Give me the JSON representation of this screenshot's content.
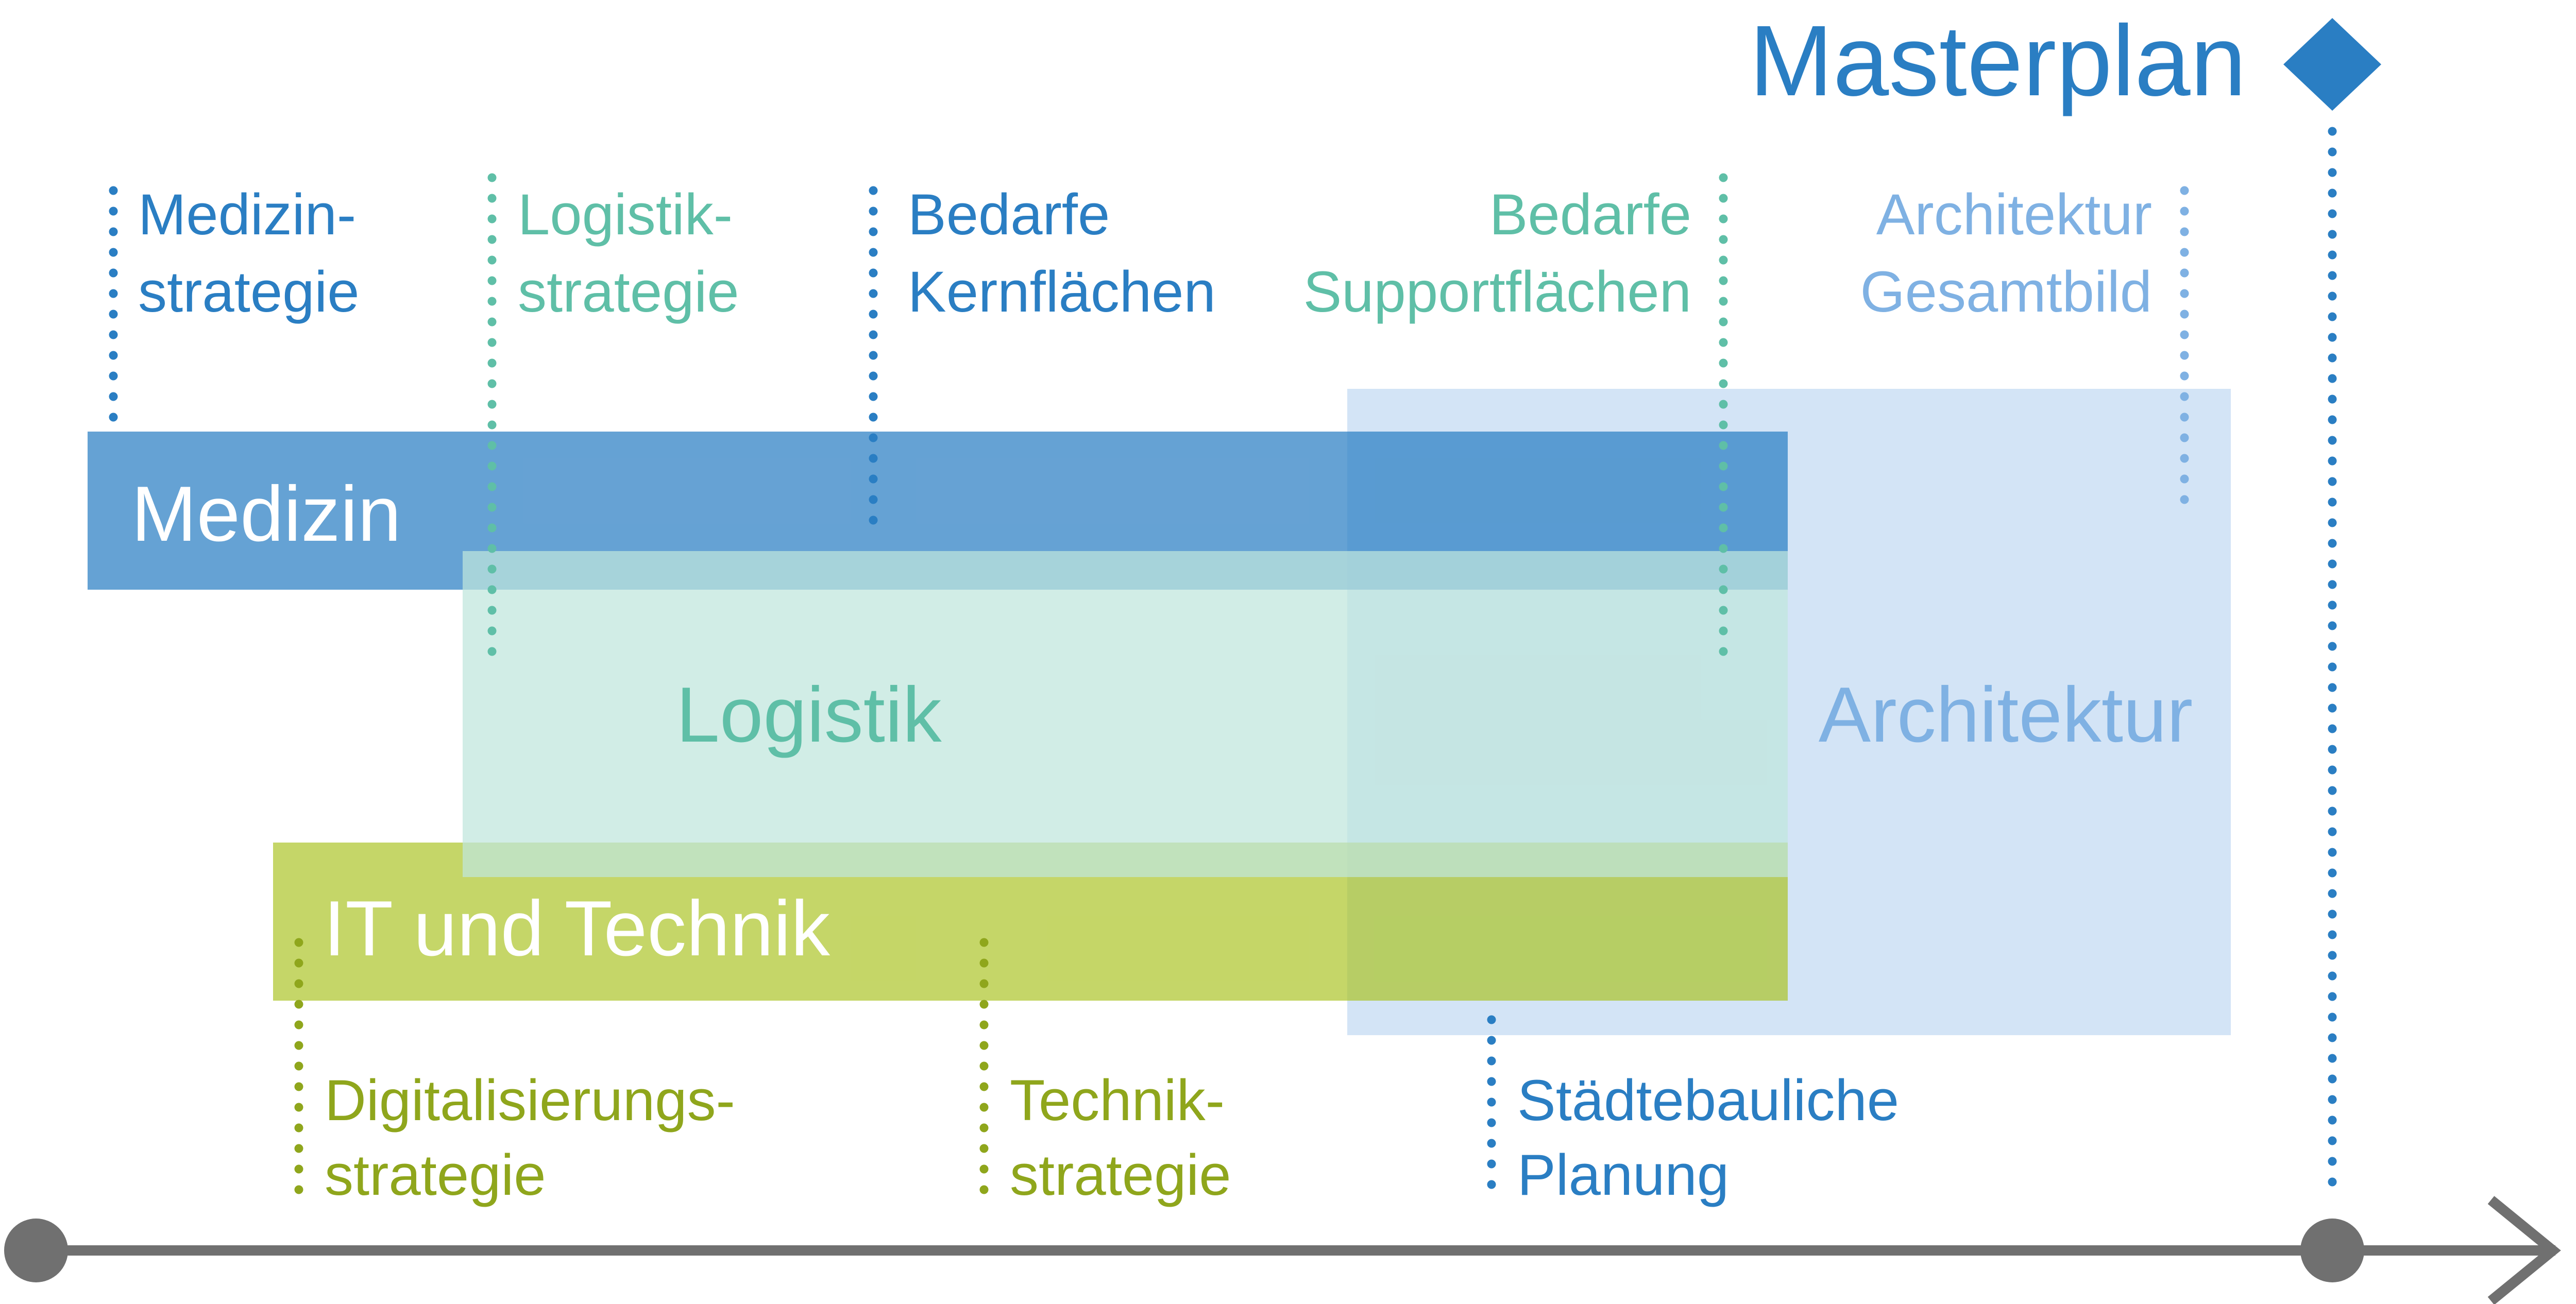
{
  "title": "Masterplan",
  "colors": {
    "medizin": "#2a7ec3",
    "logistik": "#5fbfa7",
    "architektur": "#7fb1e3",
    "it_technik": "#a9c320",
    "planung": "#2a7ec3",
    "axis": "#707070"
  },
  "bands": {
    "medizin": "Medizin",
    "logistik": "Logistik",
    "it_technik": "IT und Technik",
    "architektur": "Architektur"
  },
  "milestones_top": [
    {
      "line1": "Medizin-",
      "line2": "strategie"
    },
    {
      "line1": "Logistik-",
      "line2": "strategie"
    },
    {
      "line1": "Bedarfe",
      "line2": "Kernflächen"
    },
    {
      "line1": "Bedarfe",
      "line2": "Supportflächen"
    },
    {
      "line1": "Architektur",
      "line2": "Gesamtbild"
    }
  ],
  "milestones_bottom": [
    {
      "line1": "Digitalisierungs-",
      "line2": "strategie"
    },
    {
      "line1": "Technik-",
      "line2": "strategie"
    },
    {
      "line1": "Städtebauliche",
      "line2": "Planung"
    }
  ],
  "icons": {
    "goal": "diamond-icon",
    "timeline_start": "circle-dot-icon",
    "timeline_end": "arrow-head-icon"
  }
}
